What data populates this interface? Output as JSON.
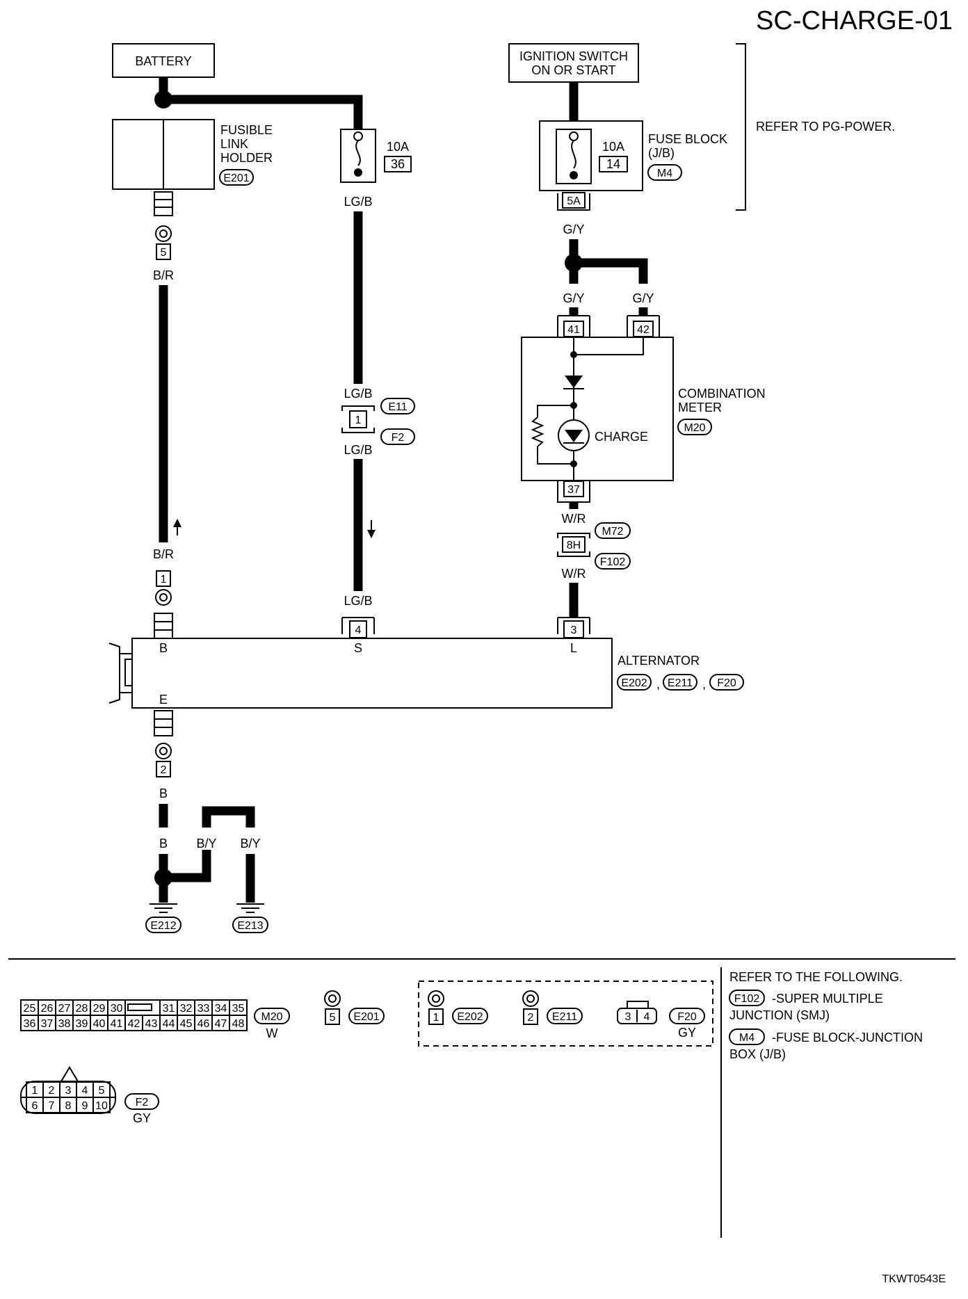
{
  "page": {
    "title": "SC-CHARGE-01",
    "code": "TKWT0543E"
  },
  "battery": {
    "label": "BATTERY"
  },
  "ignition": {
    "line1": "IGNITION SWITCH",
    "line2": "ON OR START"
  },
  "fusible_link": {
    "line1": "FUSIBLE",
    "line2": "LINK",
    "line3": "HOLDER",
    "connector": "E201"
  },
  "fuse36": {
    "rating": "10A",
    "number": "36"
  },
  "fuse_block": {
    "label1": "FUSE BLOCK",
    "label2": "(J/B)",
    "connector": "M4",
    "rating": "10A",
    "number": "14",
    "terminal": "5A"
  },
  "refer_pg": "REFER TO PG-POWER.",
  "combination_meter": {
    "label1": "COMBINATION",
    "label2": "METER",
    "connector": "M20",
    "charge_label": "CHARGE",
    "pin41": "41",
    "pin42": "42",
    "pin37": "37"
  },
  "wires": {
    "b_r": "B/R",
    "lg_b": "LG/B",
    "g_y": "G/Y",
    "w_r": "W/R",
    "b": "B",
    "b_y": "B/Y"
  },
  "pins": {
    "p5": "5",
    "p1": "1",
    "p2": "2",
    "p4": "4",
    "p3": "3",
    "p8h": "8H"
  },
  "connectors": {
    "e11": "E11",
    "f2": "F2",
    "m72": "M72",
    "f102": "F102",
    "e212": "E212",
    "e213": "E213"
  },
  "alternator": {
    "label": "ALTERNATOR",
    "term_b": "B",
    "term_s": "S",
    "term_l": "L",
    "term_e": "E",
    "connectors": [
      "E202",
      "E211",
      "F20"
    ],
    "sep": ","
  },
  "connector_views": {
    "m20_top": [
      "25",
      "26",
      "27",
      "28",
      "29",
      "30",
      "31",
      "32",
      "33",
      "34",
      "35"
    ],
    "m20_bottom": [
      "36",
      "37",
      "38",
      "39",
      "40",
      "41",
      "42",
      "43",
      "44",
      "45",
      "46",
      "47",
      "48"
    ],
    "m20_label": "M20",
    "m20_color": "W",
    "e201_pin": "5",
    "e201_label": "E201",
    "e202_pin": "1",
    "e202_label": "E202",
    "e211_pin": "2",
    "e211_label": "E211",
    "f20_pins": [
      "3",
      "4"
    ],
    "f20_label": "F20",
    "f20_color": "GY",
    "f2_top": [
      "1",
      "2",
      "3",
      "4",
      "5"
    ],
    "f2_bottom": [
      "6",
      "7",
      "8",
      "9",
      "10"
    ],
    "f2_label": "F2",
    "f2_color": "GY"
  },
  "refer_following": {
    "heading": "REFER TO THE FOLLOWING.",
    "item1_conn": "F102",
    "item1_line1": "-SUPER MULTIPLE",
    "item1_line2": "JUNCTION (SMJ)",
    "item2_conn": "M4",
    "item2_line1": "-FUSE BLOCK-JUNCTION",
    "item2_line2": "BOX (J/B)"
  }
}
